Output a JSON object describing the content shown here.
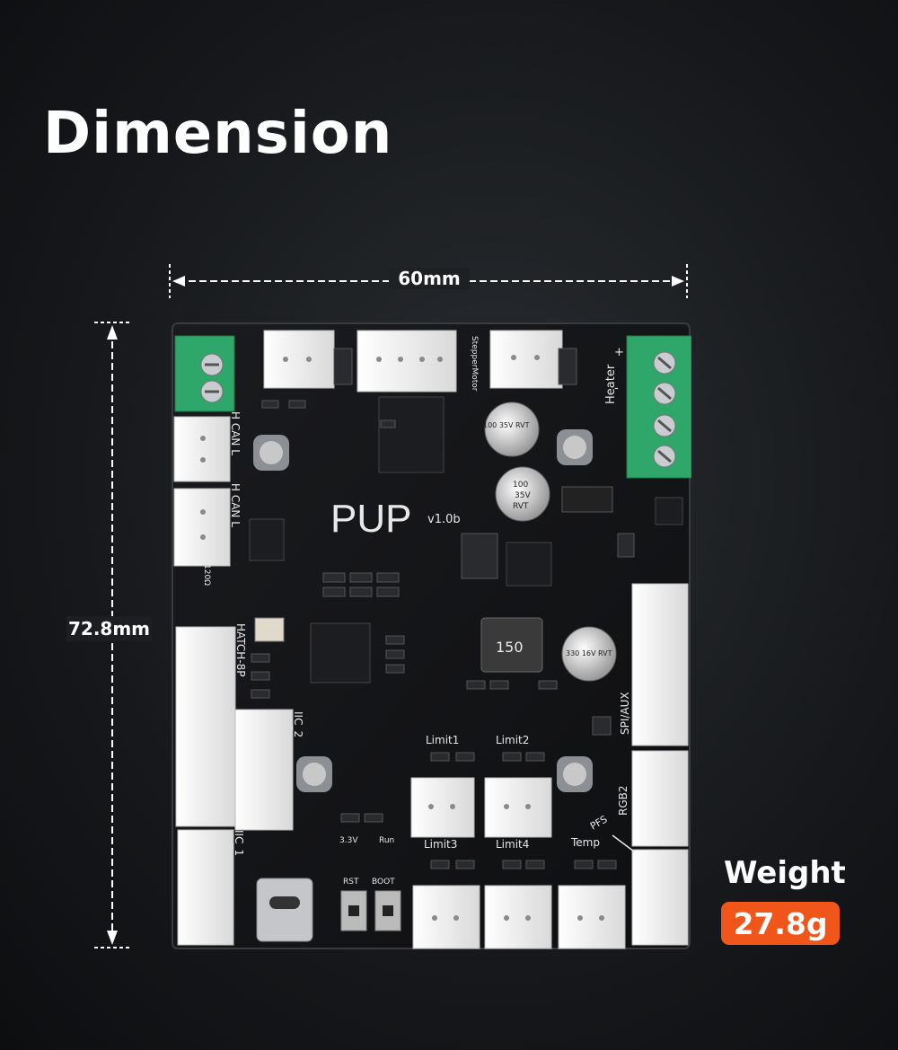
{
  "title": "Dimension",
  "dimensions": {
    "width": "60mm",
    "height": "72.8mm"
  },
  "weight": {
    "label": "Weight",
    "value": "27.8g"
  },
  "board": {
    "logo": "PUP",
    "version": "v1.0b",
    "labels": {
      "stepper_motor": "StepperMotor",
      "heater": "Heater",
      "heater_plus": "+",
      "heater_minus": "-",
      "can_1": "H CAN L",
      "can_2": "H CAN L",
      "term": "120Ω",
      "hatch": "HATCH-8P",
      "iic_2": "IIC_2",
      "iic_1": "IIC_1",
      "spi": "SPI/AUX",
      "rgb2": "RGB2",
      "pfs": "PFS",
      "temp": "Temp",
      "limit1": "Limit1",
      "limit2": "Limit2",
      "limit3": "Limit3",
      "limit4": "Limit4",
      "v33": "3.3V",
      "run": "Run",
      "rst": "RST",
      "boot": "BOOT",
      "inductor": "150",
      "cap1": "100 35V RVT",
      "cap2_l1": "100",
      "cap2_l2": "35V",
      "cap2_l3": "RVT",
      "cap3": "330 16V RVT"
    }
  },
  "colors": {
    "pcb": "#121315",
    "connector": "#f2f2f2",
    "terminal": "#2fa66a",
    "badge": "#f0561a",
    "silkscreen": "#e8e8e8"
  }
}
